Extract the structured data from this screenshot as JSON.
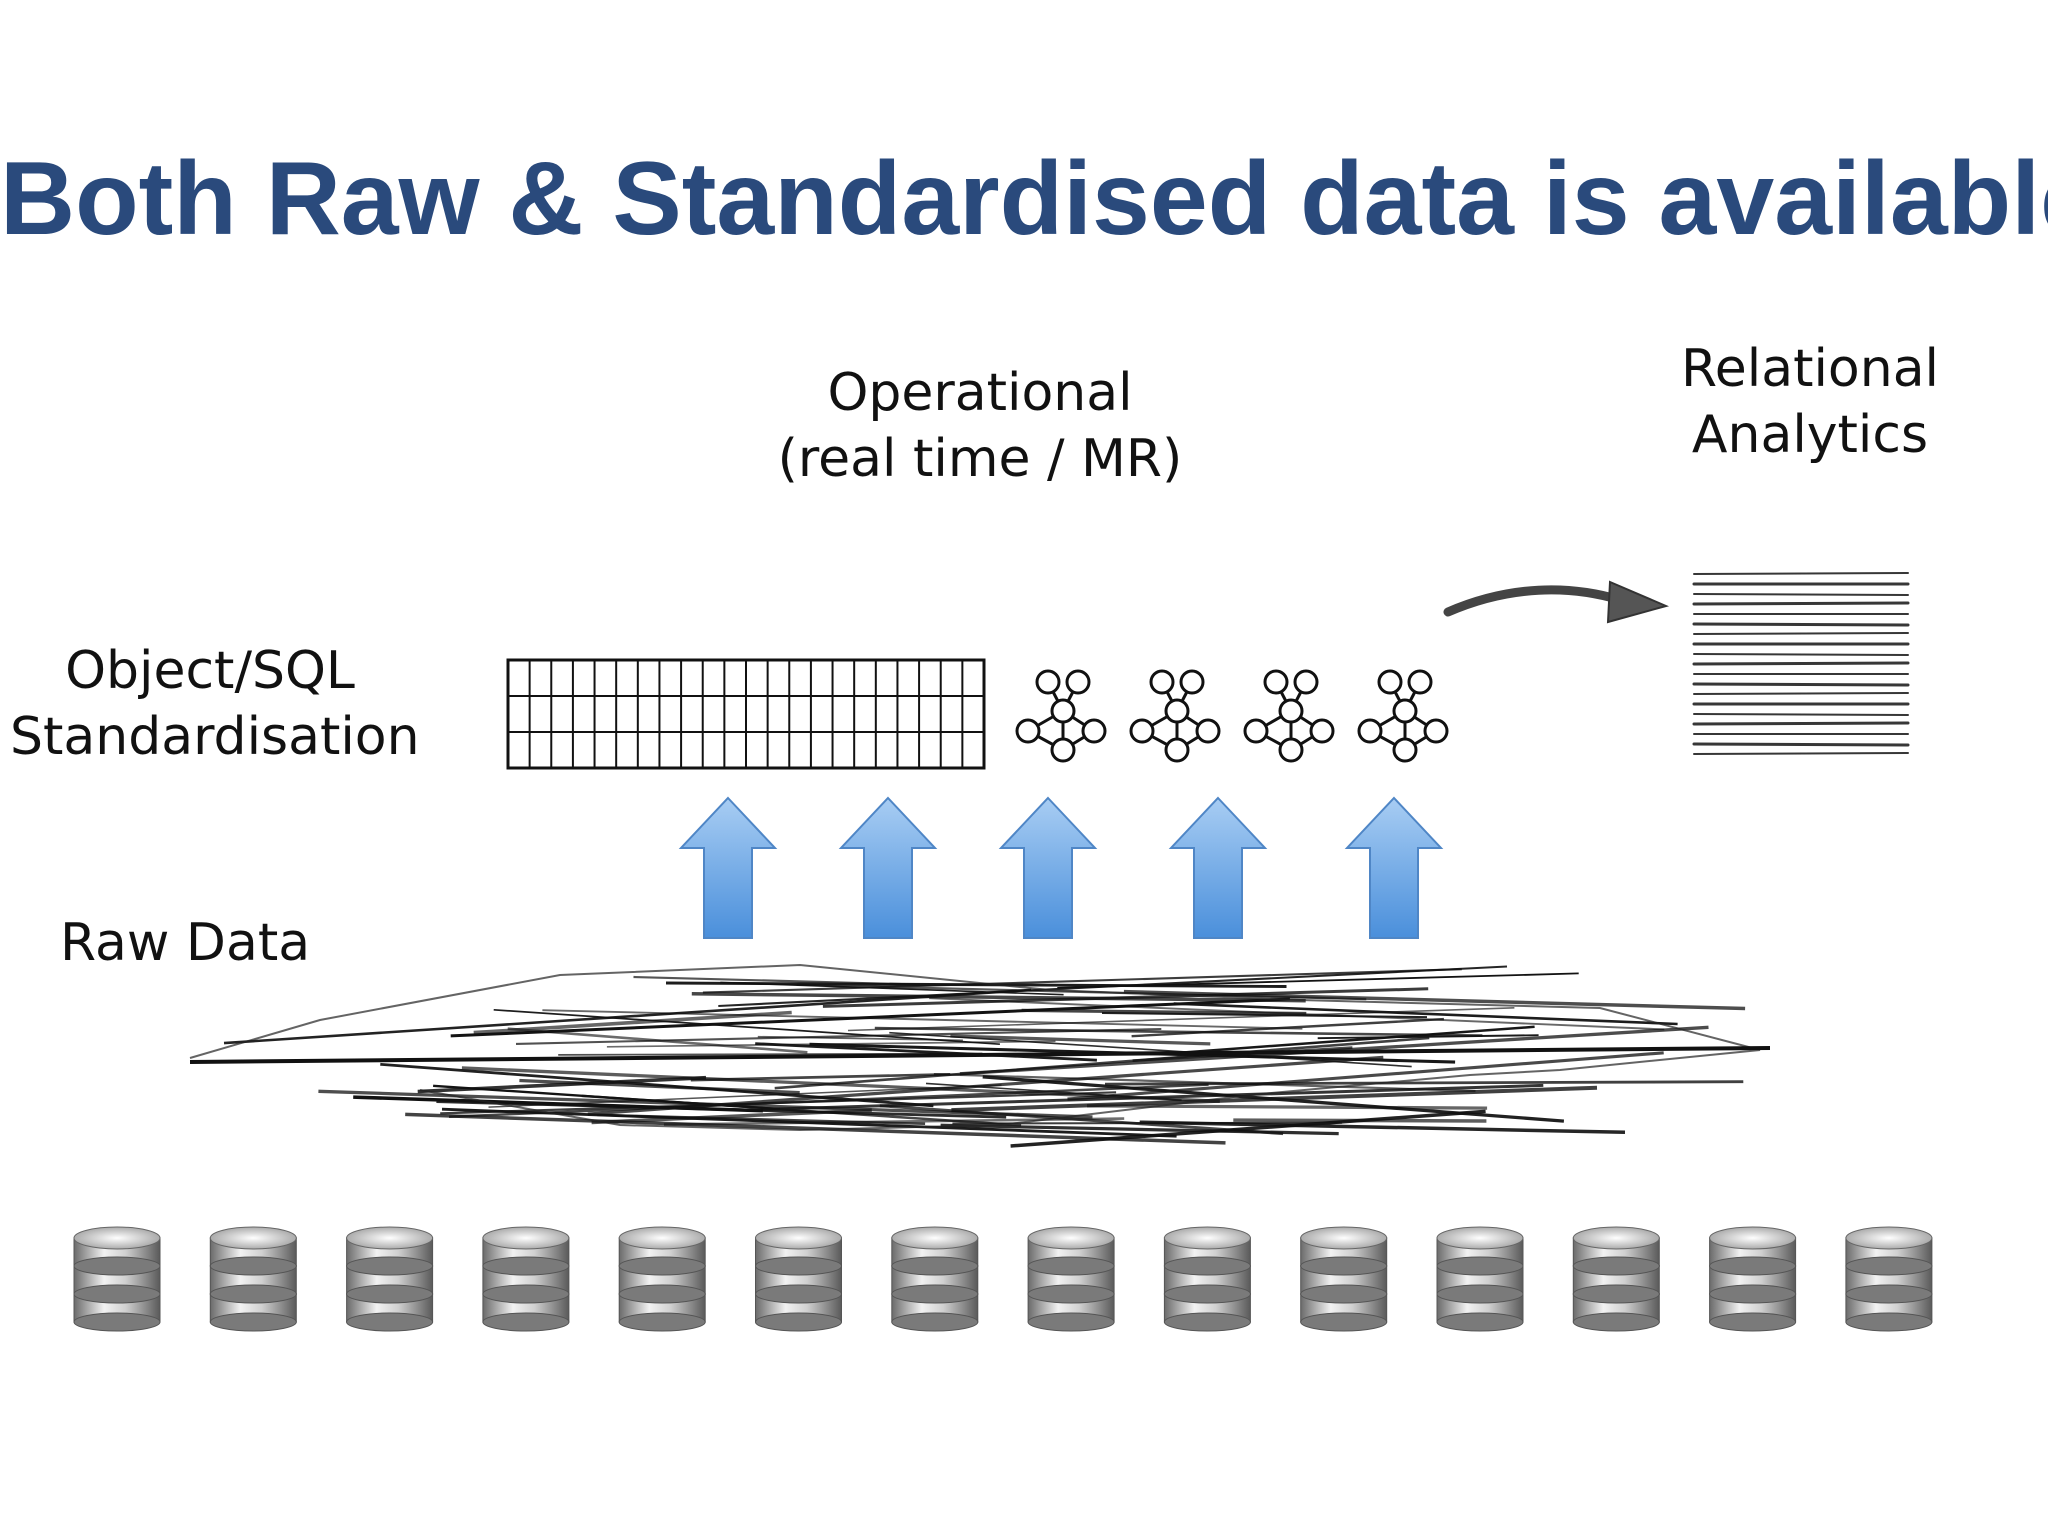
{
  "slide": {
    "title": "Both Raw & Standardised data is available",
    "title_color": "#2a4a7c"
  },
  "labels": {
    "operational_line1": "Operational",
    "operational_line2": "(real time / MR)",
    "relational_line1": "Relational",
    "relational_line2": "Analytics",
    "object_line1": "Object/SQL",
    "object_line2": "Standardisation",
    "raw": "Raw Data"
  },
  "icons": {
    "grid": "table-grid-icon",
    "graph": "graph-network-icon",
    "arrow": "up-arrow-icon",
    "database": "database-icon",
    "curved_arrow": "curved-arrow-icon",
    "relational_lines": "striped-table-icon",
    "raw_scribble": "tangled-lines-icon"
  },
  "colors": {
    "arrow_fill_top": "#a8cdf3",
    "arrow_fill_bottom": "#4a8fdb",
    "arrow_stroke": "#4f86c6"
  },
  "graph_icon_count": 4,
  "up_arrow_count": 5,
  "database_count": 14
}
